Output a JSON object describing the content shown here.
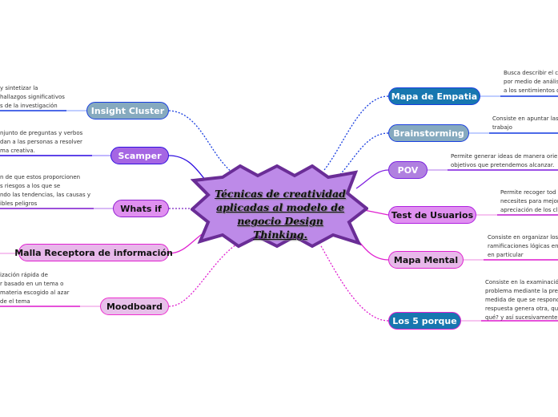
{
  "center": {
    "title": "Técnicas de creatividad aplicadas al modelo de negocio Design Thinking."
  },
  "left_nodes": [
    {
      "label": "Insight Cluster",
      "note": [
        "y sintetizar la",
        "hallazgos significativos",
        "s de la investigación"
      ]
    },
    {
      "label": "Scamper",
      "note": [
        "njunto de preguntas y verbos",
        "dan a las personas a resolver",
        "ma creativa."
      ]
    },
    {
      "label": "Whats if",
      "note": [
        "n de que estos proporcionen",
        "s riesgos a los que se",
        "ndo las tendencias, las causas y",
        "ibles peligros"
      ]
    },
    {
      "label": "Malla Receptora de información",
      "note": []
    },
    {
      "label": "Moodboard",
      "note": [
        "ización rápida de",
        "r basado en un tema o",
        "materia escogido al azar",
        "de el tema"
      ]
    }
  ],
  "right_nodes": [
    {
      "label": "Mapa de Empatia",
      "note": [
        "Busca describir el c",
        "por medio de análisi",
        "a los sentimientos d"
      ]
    },
    {
      "label": "Brainstorming",
      "note": [
        "Consiste en apuntar las",
        "trabajo"
      ]
    },
    {
      "label": "POV",
      "note": [
        "Permite generar ideas de manera orie",
        "objetivos que pretendemos alcanzar."
      ]
    },
    {
      "label": "Test de Usuarios",
      "note": [
        "Permite recoger tod",
        "necesites para mejor",
        "apreciación de los cli"
      ]
    },
    {
      "label": "Mapa Mental",
      "note": [
        "Consiste en organizar los",
        "ramificaciones lógicas en",
        "en particular"
      ]
    },
    {
      "label": "Los 5 porque",
      "note": [
        "Consiste en la examinació",
        "problema mediante la pre",
        "medida de que se respond",
        "respuesta genera otra, qu",
        "qué? y así sucesivamente."
      ]
    }
  ],
  "colors": {
    "center_fill": "#bd8ae8",
    "center_border": "#6a2d96",
    "blue_dark": "#1777b0",
    "blue_grey": "#86aabf",
    "purple": "#a566e3",
    "violet_light": "#e090f0",
    "pink_light": "#e8b8ea",
    "magenta": "#e820d0"
  }
}
